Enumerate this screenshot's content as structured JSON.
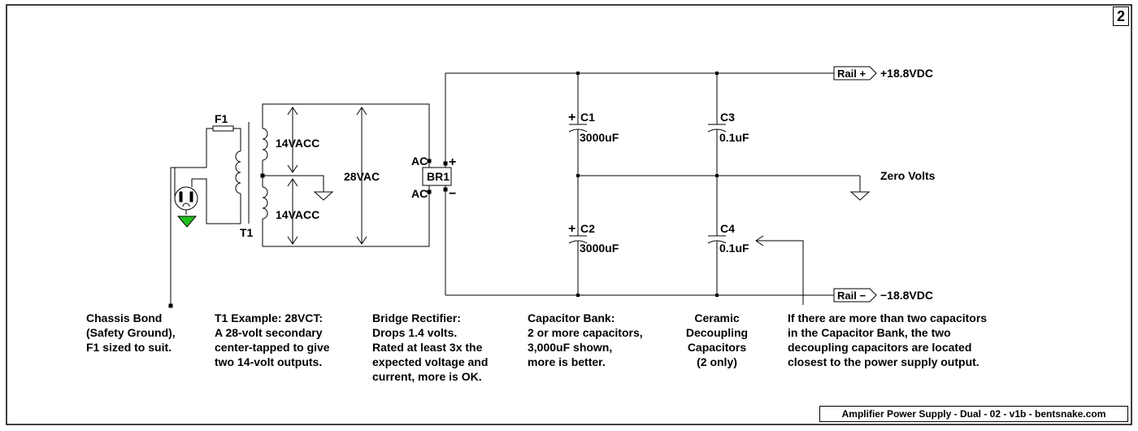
{
  "sheet_number": "2",
  "title_block": "Amplifier Power Supply - Dual - 02 - v1b - bentsnake.com",
  "components": {
    "fuse": "F1",
    "transformer": "T1",
    "secondary_top": "14VACC",
    "secondary_bottom": "14VACC",
    "secondary_total": "28VAC",
    "bridge": "BR1",
    "bridge_ac_top": "AC",
    "bridge_ac_bottom": "AC",
    "bridge_plus": "+",
    "bridge_minus": "−",
    "c1_name": "C1",
    "c1_value": "3000uF",
    "c2_name": "C2",
    "c2_value": "3000uF",
    "c3_name": "C3",
    "c3_value": "0.1uF",
    "c4_name": "C4",
    "c4_value": "0.1uF",
    "cap_plus": "+"
  },
  "rails": {
    "pos_tag": "Rail +",
    "pos_voltage": "+18.8VDC",
    "neg_tag": "Rail −",
    "neg_voltage": "−18.8VDC",
    "zero": "Zero Volts"
  },
  "notes": {
    "chassis": [
      "Chassis Bond",
      "(Safety Ground),",
      "F1 sized to suit."
    ],
    "transformer": [
      "T1 Example: 28VCT:",
      "A 28-volt secondary",
      "center-tapped to give",
      "two 14-volt outputs."
    ],
    "bridge": [
      "Bridge Rectifier:",
      "Drops 1.4 volts.",
      "Rated at least 3x the",
      "expected voltage and",
      "current, more is OK."
    ],
    "capbank": [
      "Capacitor Bank:",
      "2 or more capacitors,",
      "3,000uF shown,",
      "more is better."
    ],
    "ceramic": [
      "Ceramic",
      "Decoupling",
      "Capacitors",
      "(2 only)"
    ],
    "decoupling": [
      "If there are more than two capacitors",
      "in the Capacitor Bank, the two",
      "decoupling capacitors are located",
      "closest to the power supply output."
    ]
  }
}
